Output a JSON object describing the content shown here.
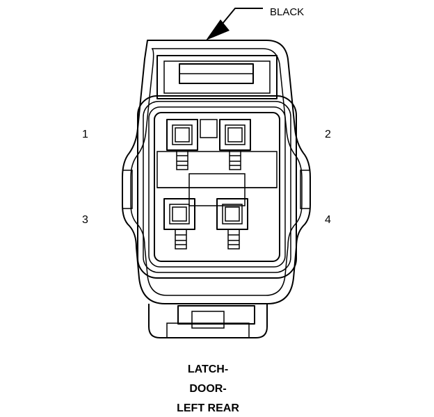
{
  "callout": {
    "color_label": "BLACK"
  },
  "pins": [
    {
      "number": "1"
    },
    {
      "number": "2"
    },
    {
      "number": "3"
    },
    {
      "number": "4"
    }
  ],
  "caption": {
    "line1": "LATCH-",
    "line2": "DOOR-",
    "line3": "LEFT REAR"
  }
}
